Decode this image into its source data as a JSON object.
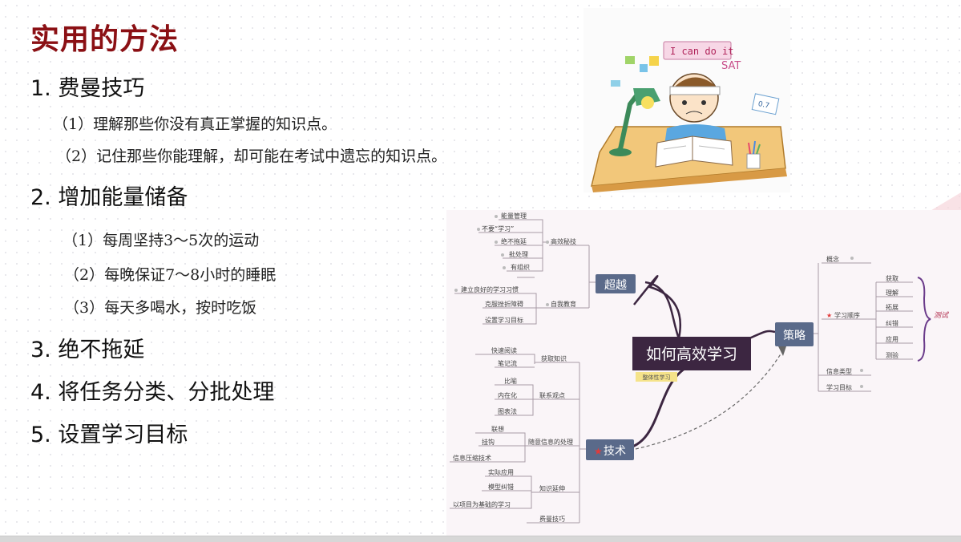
{
  "title": "实用的方法",
  "items": [
    {
      "heading": "1. 费曼技巧",
      "subs": [
        "（1）理解那些你没有真正掌握的知识点。",
        "（2）记住那些你能理解，却可能在考试中遗忘的知识点。"
      ]
    },
    {
      "heading": "2. 增加能量储备",
      "subs": [
        "（1）每周坚持3～5次的运动",
        "（2）每晚保证7～8小时的睡眠",
        "（3）每天多喝水，按时吃饭"
      ]
    },
    {
      "heading": "3. 绝不拖延"
    },
    {
      "heading": "4. 将任务分类、分批处理"
    },
    {
      "heading": "5. 设置学习目标"
    }
  ],
  "illustration": {
    "board_text": "I can do it",
    "sat_text": "SAT",
    "card_text": "0.7"
  },
  "mindmap": {
    "center": "如何高效学习",
    "center_tag": "整体性学习",
    "branches": {
      "chaoyue": {
        "label": "超越",
        "groups": [
          {
            "name": "高效秘技",
            "leaves": [
              "能量管理",
              "不要“学习”",
              "绝不拖延",
              "批处理",
              "有组织"
            ]
          },
          {
            "name": "自我教育",
            "leaves": [
              "建立良好的学习习惯",
              "克服挫折障碍",
              "设置学习目标"
            ]
          }
        ]
      },
      "jishu": {
        "label": "技术",
        "groups": [
          {
            "name": "获取知识",
            "leaves": [
              "快速阅读",
              "笔记流"
            ]
          },
          {
            "name": "联系观点",
            "leaves": [
              "比喻",
              "内在化",
              "图表法"
            ]
          },
          {
            "name": "随意信息的处理",
            "leaves": [
              "联想",
              "挂钩",
              "信息压缩技术"
            ]
          },
          {
            "name": "知识延伸",
            "leaves": [
              "实际应用",
              "模型纠错",
              "以项目为基础的学习"
            ]
          },
          {
            "name": "费曼技巧",
            "leaves": []
          }
        ]
      },
      "celue": {
        "label": "策略",
        "items": [
          "概念",
          "学习顺序",
          "信息类型",
          "学习目标"
        ],
        "order_steps": [
          "获取",
          "理解",
          "拓展",
          "纠错",
          "应用",
          "测验"
        ],
        "test_label": "测试"
      }
    }
  },
  "colors": {
    "title": "#8b1014",
    "node": "#5a6a8a",
    "center": "#3c2641",
    "accent": "#e23b3b"
  }
}
